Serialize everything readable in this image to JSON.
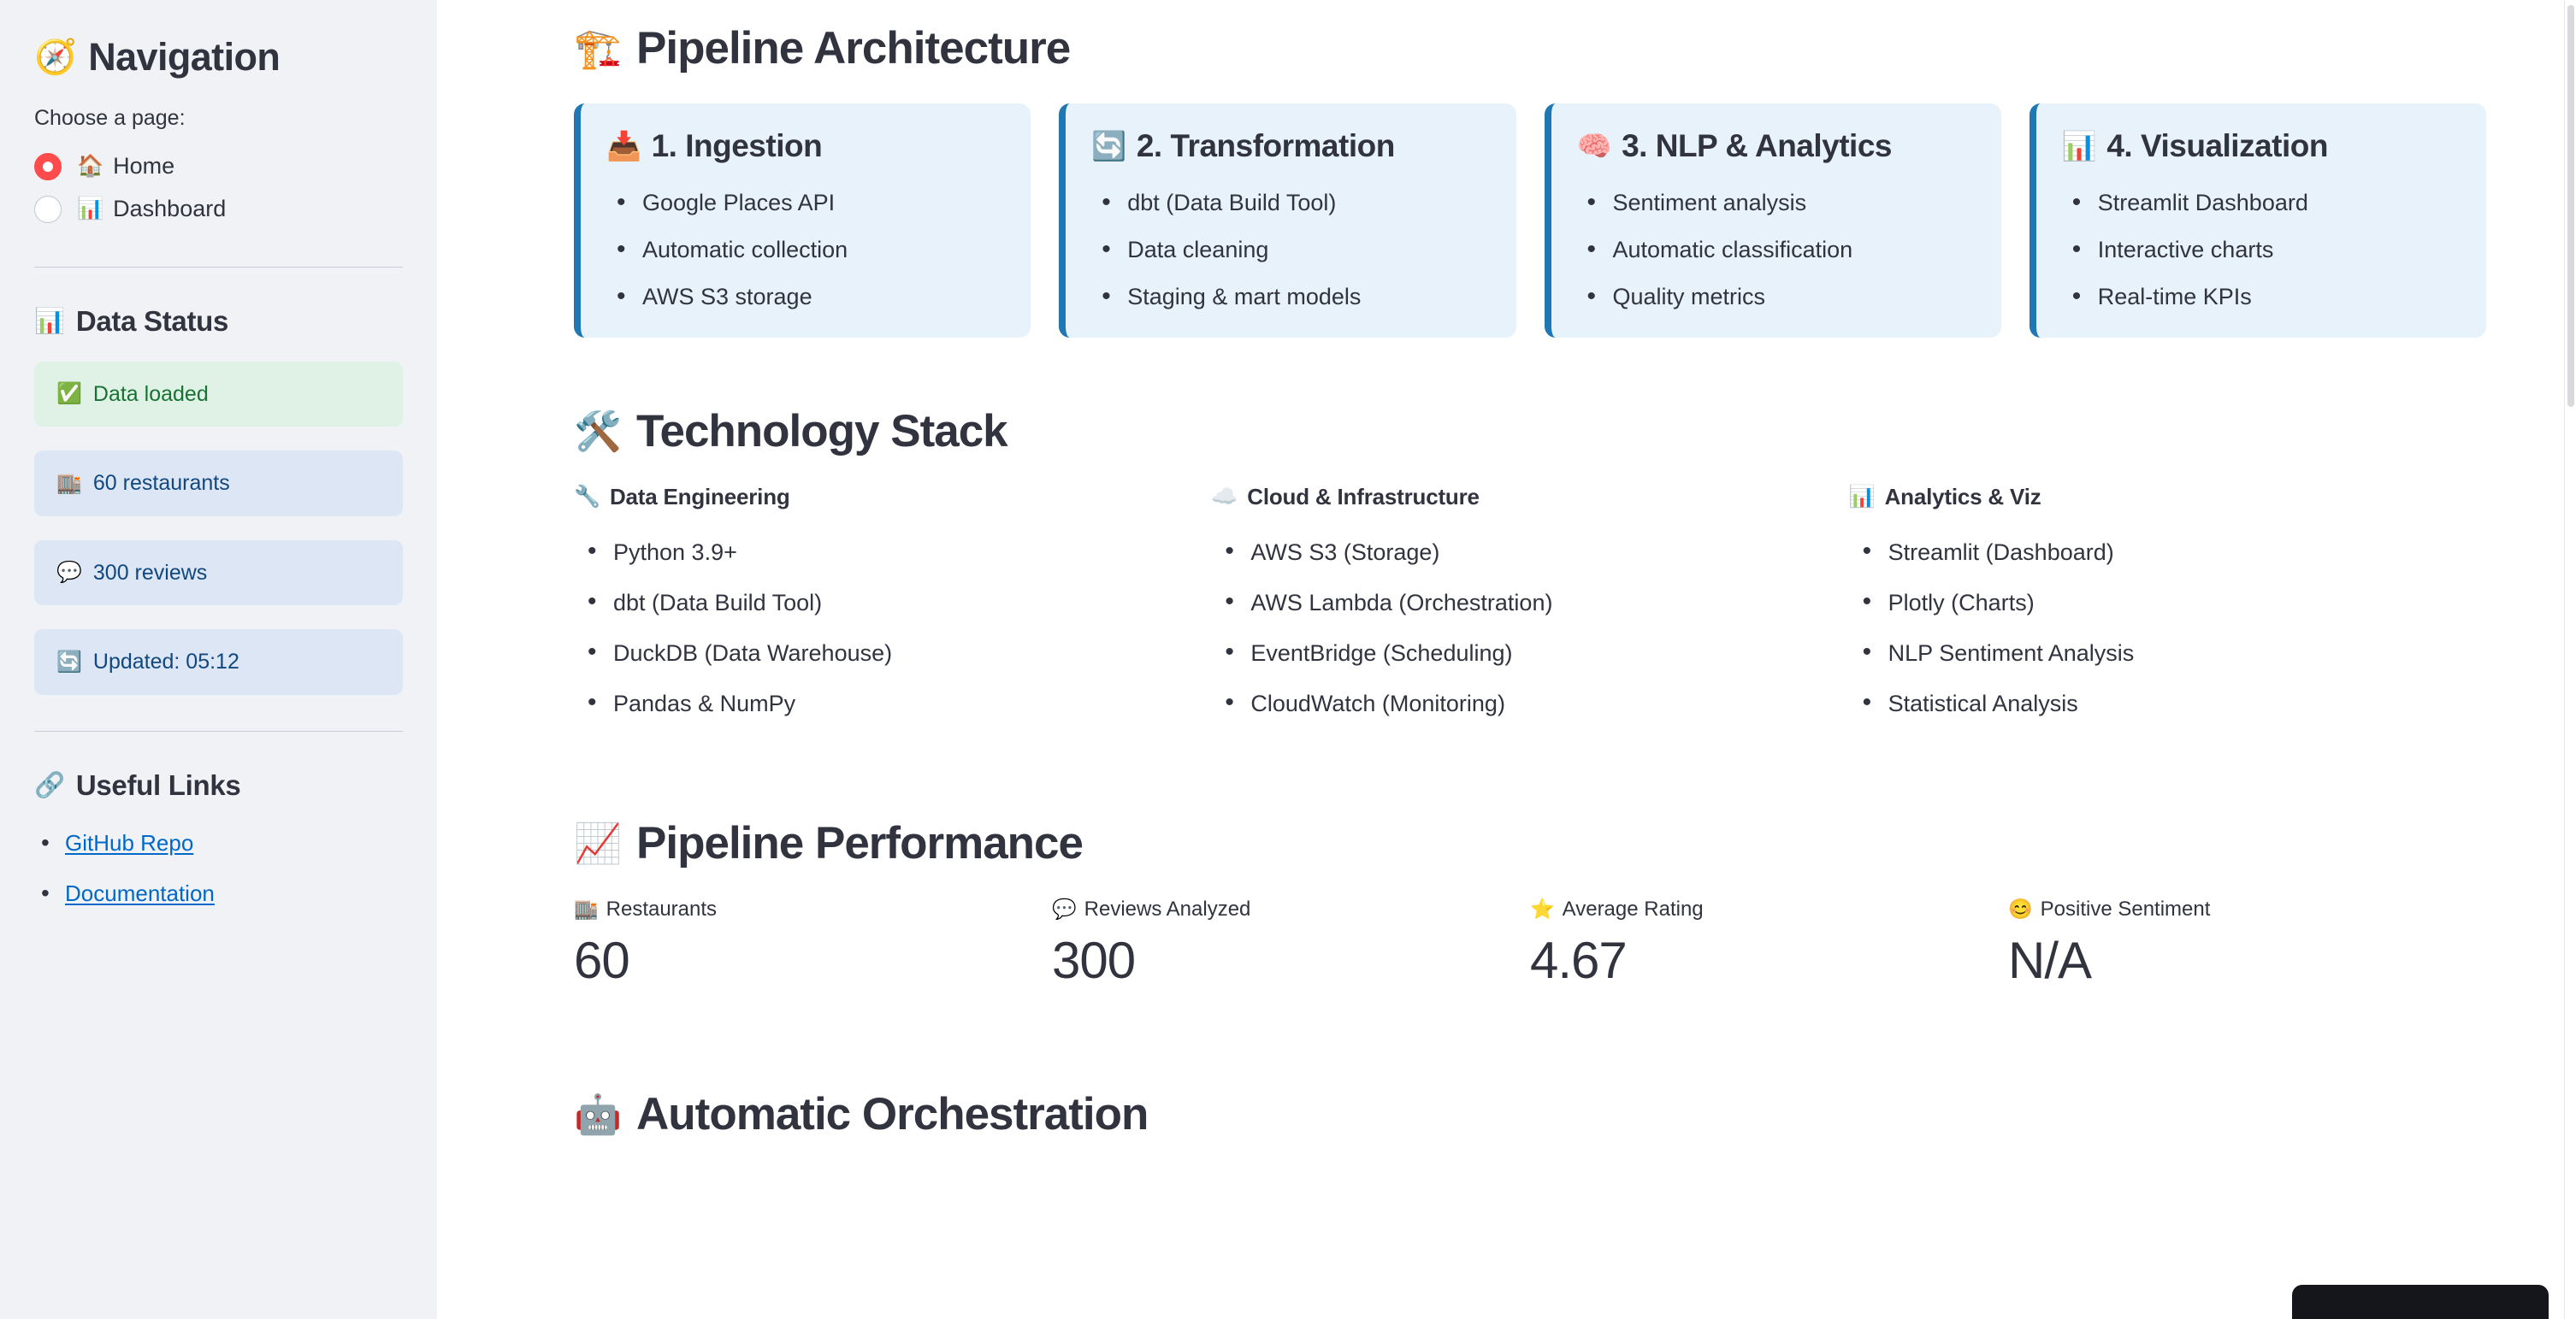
{
  "sidebar": {
    "nav": {
      "icon": "compass-icon",
      "emoji": "🧭",
      "title": "Navigation",
      "choose_label": "Choose a page:",
      "options": [
        {
          "emoji": "🏠",
          "label": "Home",
          "selected": true
        },
        {
          "emoji": "📊",
          "label": "Dashboard",
          "selected": false
        }
      ]
    },
    "data_status": {
      "emoji": "📊",
      "title": "Data Status",
      "items": [
        {
          "emoji": "✅",
          "text": "Data loaded",
          "kind": "success"
        },
        {
          "emoji": "🏬",
          "text": "60 restaurants",
          "kind": "info"
        },
        {
          "emoji": "💬",
          "text": "300 reviews",
          "kind": "info"
        },
        {
          "emoji": "🔄",
          "text": "Updated: 05:12",
          "kind": "info"
        }
      ]
    },
    "useful_links": {
      "emoji": "🔗",
      "title": "Useful Links",
      "links": [
        {
          "label": "GitHub Repo"
        },
        {
          "label": "Documentation"
        }
      ]
    }
  },
  "main": {
    "architecture": {
      "emoji": "🏗️",
      "heading": "Pipeline Architecture",
      "cards": [
        {
          "emoji": "📥",
          "title": "1. Ingestion",
          "items": [
            "Google Places API",
            "Automatic collection",
            "AWS S3 storage"
          ]
        },
        {
          "emoji": "🔄",
          "title": "2. Transformation",
          "items": [
            "dbt (Data Build Tool)",
            "Data cleaning",
            "Staging & mart models"
          ]
        },
        {
          "emoji": "🧠",
          "title": "3. NLP & Analytics",
          "items": [
            "Sentiment analysis",
            "Automatic classification",
            "Quality metrics"
          ]
        },
        {
          "emoji": "📊",
          "title": "4. Visualization",
          "items": [
            "Streamlit Dashboard",
            "Interactive charts",
            "Real-time KPIs"
          ]
        }
      ]
    },
    "tech_stack": {
      "emoji": "🛠️",
      "heading": "Technology Stack",
      "columns": [
        {
          "emoji": "🔧",
          "title": "Data Engineering",
          "items": [
            "Python 3.9+",
            "dbt (Data Build Tool)",
            "DuckDB (Data Warehouse)",
            "Pandas & NumPy"
          ]
        },
        {
          "emoji": "☁️",
          "title": "Cloud & Infrastructure",
          "items": [
            "AWS S3 (Storage)",
            "AWS Lambda (Orchestration)",
            "EventBridge (Scheduling)",
            "CloudWatch (Monitoring)"
          ]
        },
        {
          "emoji": "📊",
          "title": "Analytics & Viz",
          "items": [
            "Streamlit (Dashboard)",
            "Plotly (Charts)",
            "NLP Sentiment Analysis",
            "Statistical Analysis"
          ]
        }
      ]
    },
    "performance": {
      "emoji": "📈",
      "heading": "Pipeline Performance",
      "metrics": [
        {
          "emoji": "🏬",
          "label": "Restaurants",
          "value": "60"
        },
        {
          "emoji": "💬",
          "label": "Reviews Analyzed",
          "value": "300"
        },
        {
          "emoji": "⭐",
          "label": "Average Rating",
          "value": "4.67"
        },
        {
          "emoji": "😊",
          "label": "Positive Sentiment",
          "value": "N/A"
        }
      ]
    },
    "orchestration": {
      "emoji": "🤖",
      "heading": "Automatic Orchestration"
    }
  },
  "colors": {
    "sidebar_bg": "#f0f2f6",
    "card_bg": "#e7f2fb",
    "card_accent": "#1f77b4",
    "success_bg": "#dff2e5",
    "success_text": "#177233",
    "info_bg": "#dce6f5",
    "info_text": "#10487f",
    "link": "#0068c9",
    "radio_selected": "#ff4b4b",
    "text": "#31333f"
  }
}
